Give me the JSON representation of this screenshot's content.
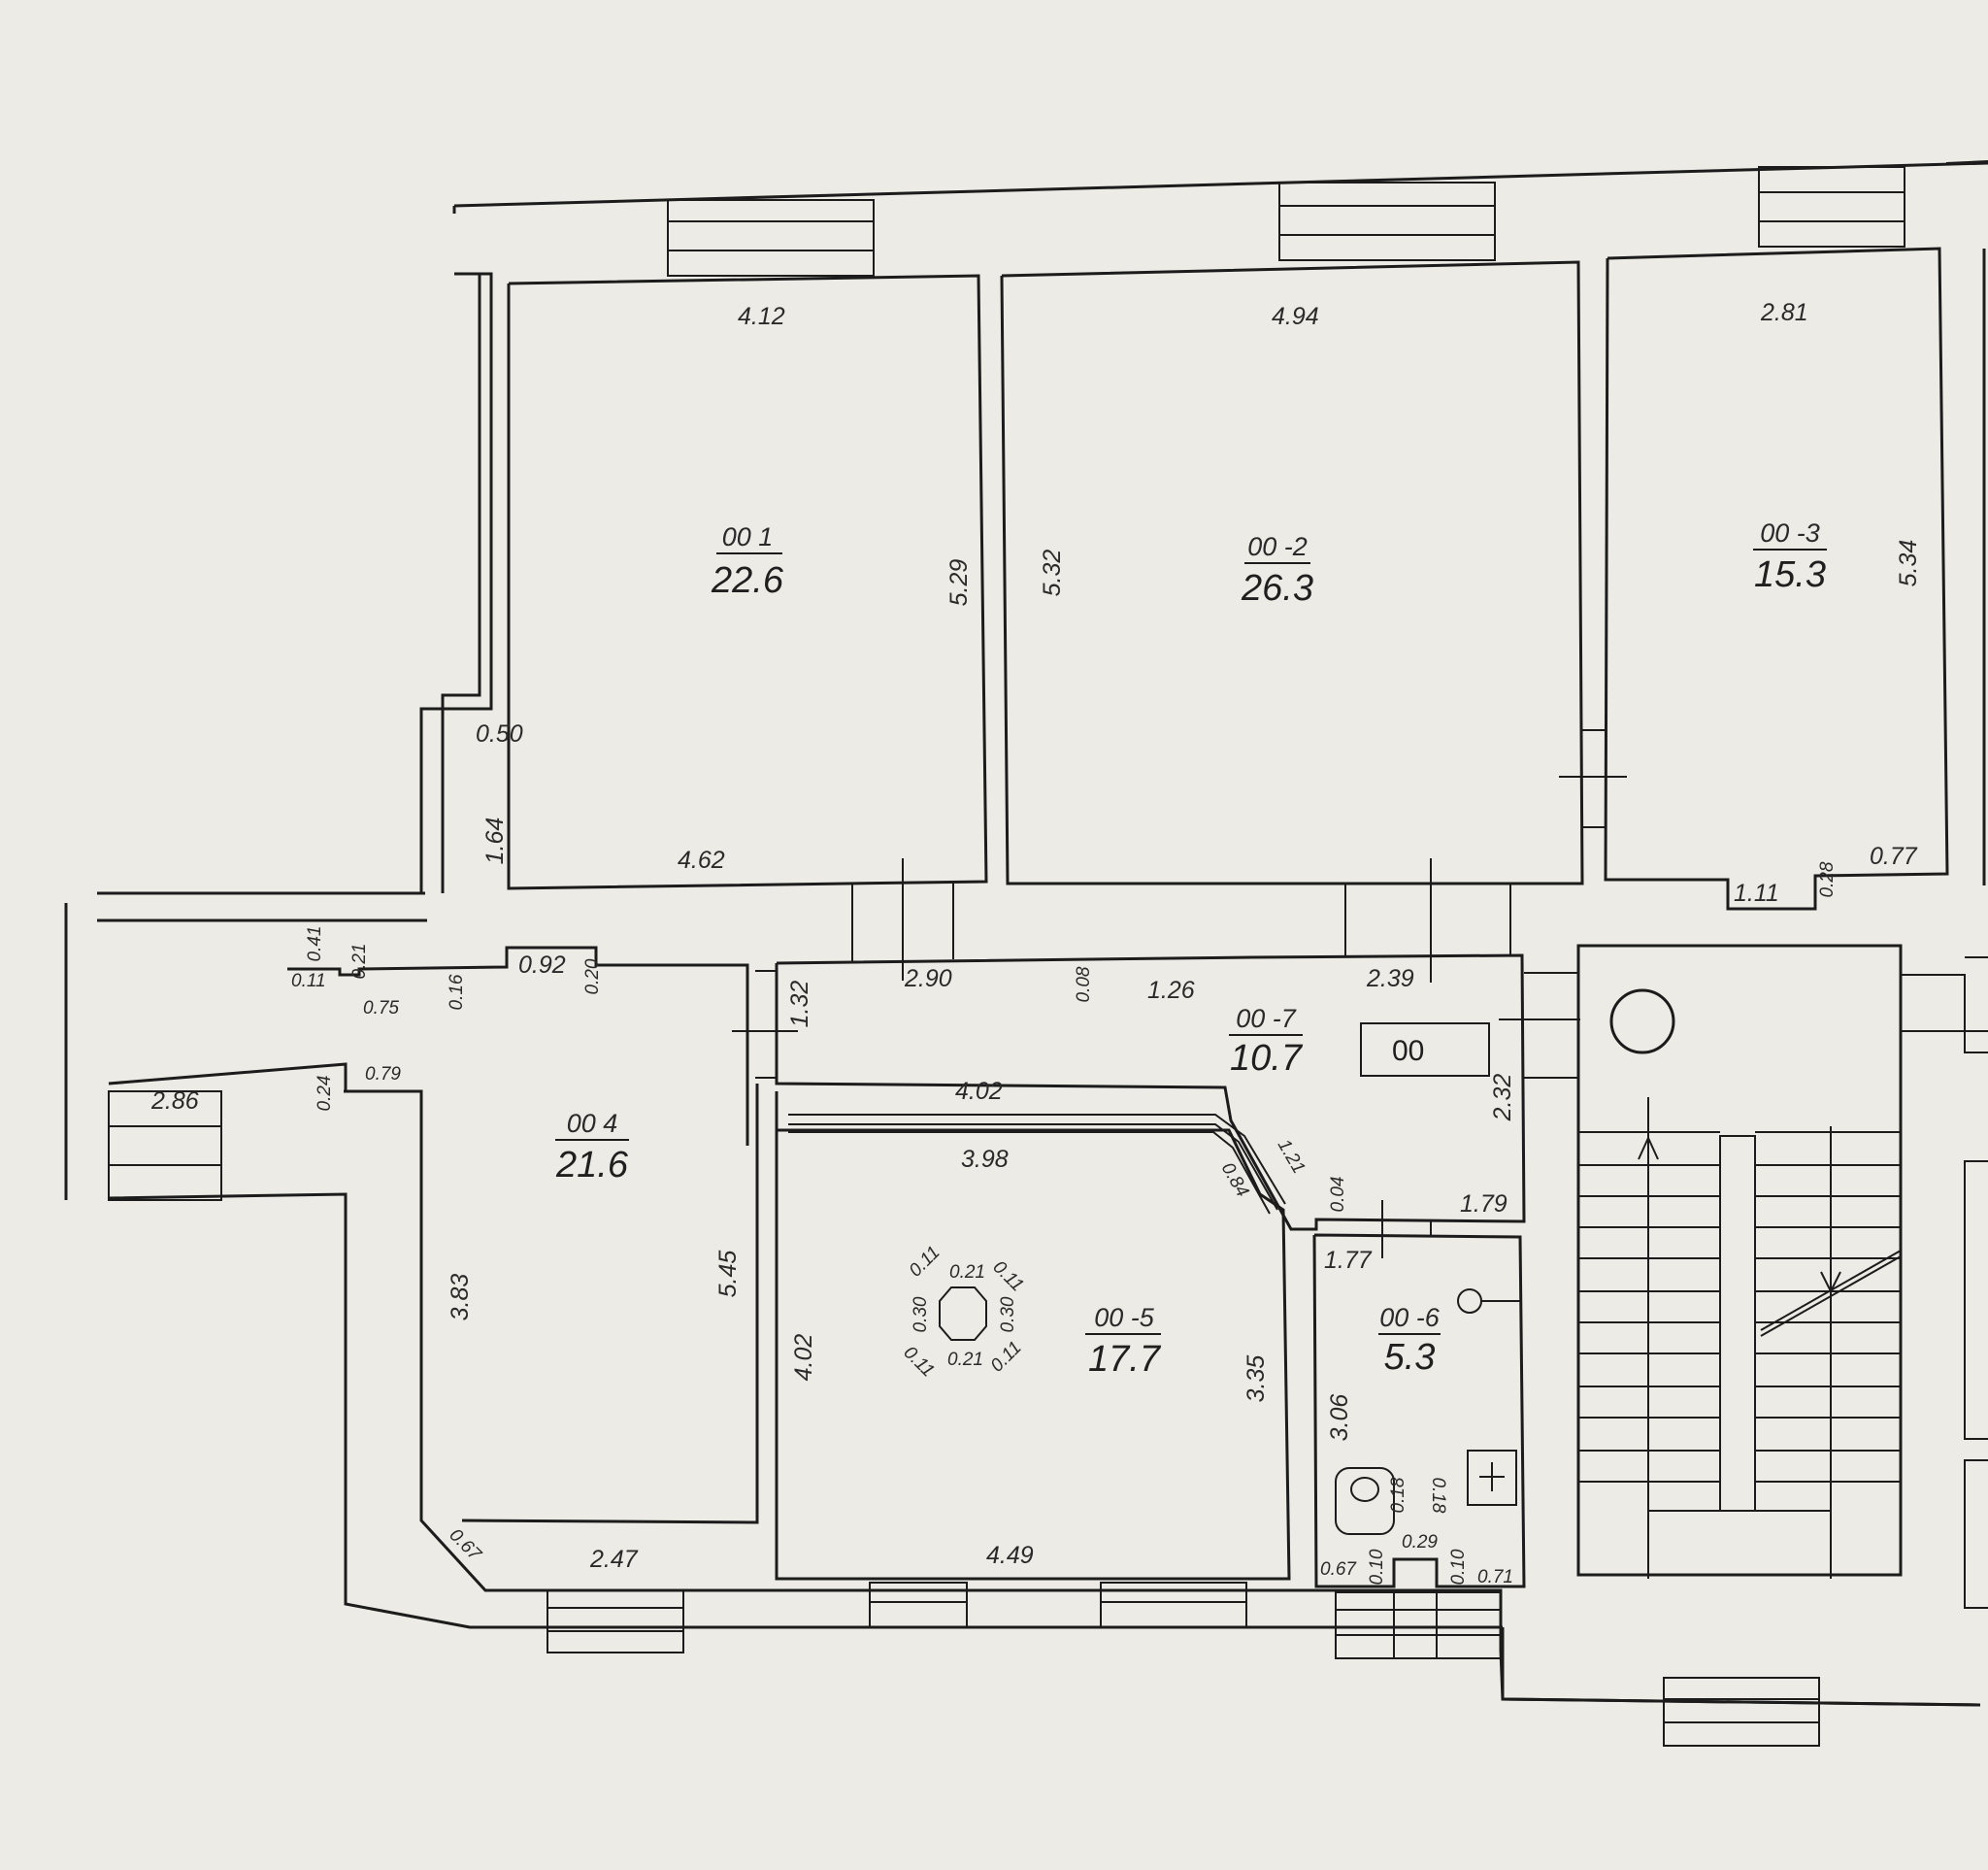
{
  "rooms": [
    {
      "id": "00.1",
      "label": "00 1",
      "area": "22.6"
    },
    {
      "id": "00.2",
      "label": "00 -2",
      "area": "26.3"
    },
    {
      "id": "00.3",
      "label": "00 -3",
      "area": "15.3"
    },
    {
      "id": "00.4",
      "label": "00 4",
      "area": "21.6"
    },
    {
      "id": "00.5",
      "label": "00 -5",
      "area": "17.7"
    },
    {
      "id": "00.6",
      "label": "00 -6",
      "area": "5.3"
    },
    {
      "id": "00.7",
      "label": "00 -7",
      "area": "10.7"
    }
  ],
  "tag": "00",
  "dimensions": {
    "r1_top": "4.12",
    "r1_right": "5.29",
    "r1_bottom": "4.62",
    "r1_niche": "0.50",
    "r1_left": "1.64",
    "r2_top": "4.94",
    "r2_left": "5.32",
    "r3_top": "2.81",
    "r3_right": "5.34",
    "r3_b1": "1.11",
    "r3_b2": "0.28",
    "r3_b3": "0.77",
    "c_041": "0.41",
    "c_011": "0.11",
    "c_021": "0.21",
    "c_075": "0.75",
    "c_016": "0.16",
    "c_092": "0.92",
    "c_020": "0.20",
    "c_286": "2.86",
    "c_024": "0.24",
    "c_079": "0.79",
    "r4_left": "3.83",
    "r4_right": "5.45",
    "r4_corner": "0.67",
    "r4_bottom": "2.47",
    "r7_132": "1.32",
    "r7_290": "2.90",
    "r7_008": "0.08",
    "r7_126": "1.26",
    "r7_239": "2.39",
    "r7_402": "4.02",
    "r7_232": "2.32",
    "r7_121": "1.21",
    "r7_084": "0.84",
    "r7_004": "0.04",
    "r7_179": "1.79",
    "r7_177": "1.77",
    "r5_top": "3.98",
    "r5_left": "4.02",
    "r5_right": "3.35",
    "r5_bottom": "4.49",
    "col_021t": "0.21",
    "col_021b": "0.21",
    "col_011a": "0.11",
    "col_011b": "0.11",
    "col_011c": "0.11",
    "col_011d": "0.11",
    "col_030a": "0.30",
    "col_030b": "0.30",
    "r6_left": "3.06",
    "r6_018a": "0.18",
    "r6_018b": "0.18",
    "r6_067": "0.67",
    "r6_010a": "0.10",
    "r6_029": "0.29",
    "r6_010b": "0.10",
    "r6_071": "0.71"
  }
}
